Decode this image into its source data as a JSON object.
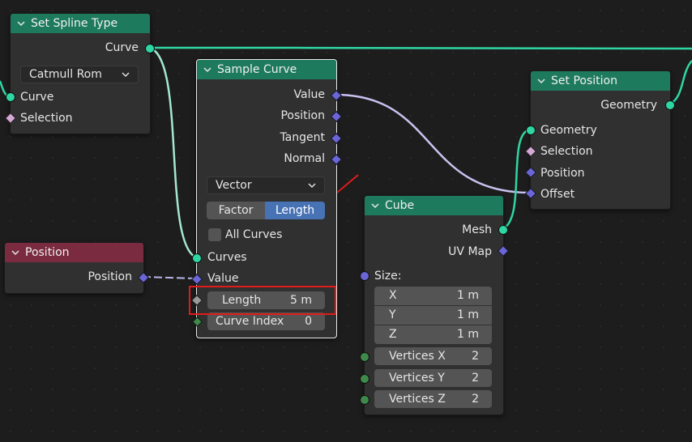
{
  "nodes": {
    "set_spline_type": {
      "title": "Set Spline Type",
      "output_curve": "Curve",
      "spline_dropdown": "Catmull Rom",
      "input_curve": "Curve",
      "input_selection": "Selection"
    },
    "sample_curve": {
      "title": "Sample Curve",
      "outputs": [
        "Value",
        "Position",
        "Tangent",
        "Normal"
      ],
      "data_type_dropdown": "Vector",
      "mode_options": [
        "Factor",
        "Length"
      ],
      "mode_selected": "Length",
      "all_curves_label": "All Curves",
      "input_curves": "Curves",
      "input_value": "Value",
      "length_label": "Length",
      "length_value": "5 m",
      "curve_index_label": "Curve Index",
      "curve_index_value": "0"
    },
    "set_position": {
      "title": "Set Position",
      "output_geometry": "Geometry",
      "inputs": [
        "Geometry",
        "Selection",
        "Position",
        "Offset"
      ]
    },
    "cube": {
      "title": "Cube",
      "output_mesh": "Mesh",
      "output_uvmap": "UV Map",
      "size_label": "Size:",
      "size": [
        {
          "axis": "X",
          "value": "1 m"
        },
        {
          "axis": "Y",
          "value": "1 m"
        },
        {
          "axis": "Z",
          "value": "1 m"
        }
      ],
      "vertices": [
        {
          "label": "Vertices X",
          "value": "2"
        },
        {
          "label": "Vertices Y",
          "value": "2"
        },
        {
          "label": "Vertices Z",
          "value": "2"
        }
      ]
    },
    "position": {
      "title": "Position",
      "output_position": "Position"
    }
  },
  "colors": {
    "geometry_socket": "#2fd6a3",
    "vector_socket": "#6a66d8",
    "header_geometry": "#1e7a5d",
    "header_input": "#7a2b3f",
    "selected_toggle": "#4772b3",
    "annotation": "#e01b1b"
  },
  "icons": {
    "collapse": "chevron-down-icon",
    "annotation_arrow": "red-arrow-annotation"
  }
}
